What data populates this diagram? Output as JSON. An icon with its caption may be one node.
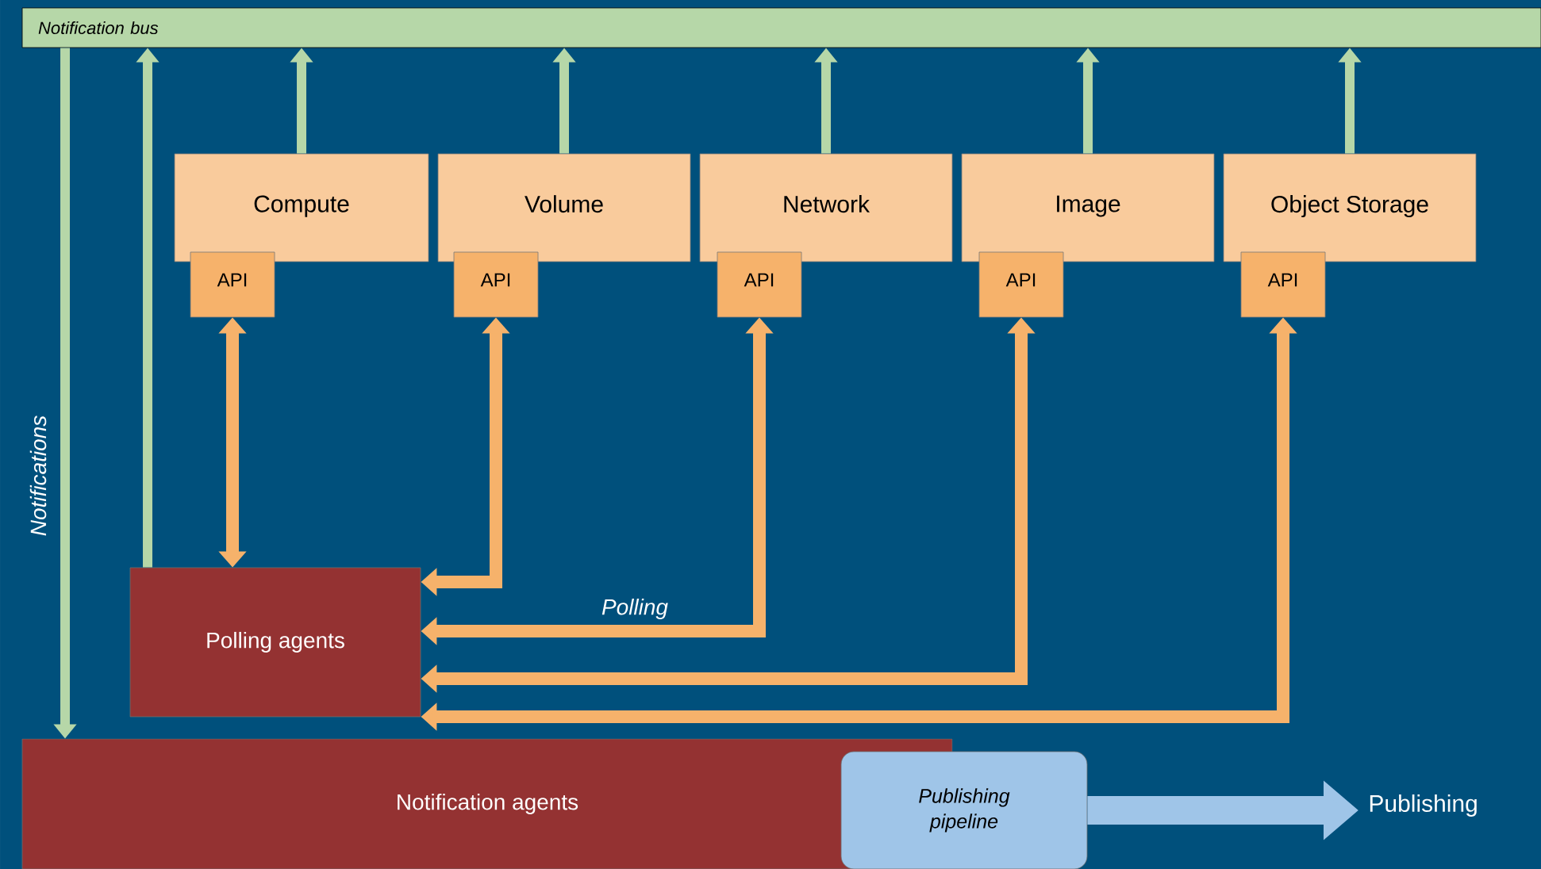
{
  "diagram": {
    "nodes": [
      {
        "text": [
          "Notification bus"
        ]
      },
      {
        "text": [
          "Compute"
        ]
      },
      {
        "text": [
          "Volume"
        ]
      },
      {
        "text": [
          "Network"
        ]
      },
      {
        "text": [
          "Image"
        ]
      },
      {
        "text": [
          "Object Storage"
        ]
      },
      {
        "text": [
          "API"
        ]
      },
      {
        "text": [
          "API"
        ]
      },
      {
        "text": [
          "API"
        ]
      },
      {
        "text": [
          "API"
        ]
      },
      {
        "text": [
          "API"
        ]
      },
      {
        "text": [
          "Polling agents"
        ]
      },
      {
        "text": [
          "Notification agents"
        ]
      },
      {
        "text": [
          "Publishing pipeline"
        ]
      },
      {
        "text": [
          "Publishing"
        ]
      }
    ],
    "edges": [
      {
        "from": 1,
        "to": 0,
        "arrow": "to"
      },
      {
        "from": 2,
        "to": 0,
        "arrow": "to"
      },
      {
        "from": 3,
        "to": 0,
        "arrow": "to"
      },
      {
        "from": 4,
        "to": 0,
        "arrow": "to"
      },
      {
        "from": 5,
        "to": 0,
        "arrow": "to"
      },
      {
        "from": 11,
        "to": 0,
        "arrow": "to"
      },
      {
        "from": 0,
        "to": 12,
        "arrow": "to",
        "label": "Notifications"
      },
      {
        "from": 6,
        "to": 11,
        "arrow": "both",
        "color": "#f6b26b"
      },
      {
        "from": 7,
        "to": 11,
        "arrow": "both",
        "color": "#f6b26b"
      },
      {
        "from": 8,
        "to": 11,
        "arrow": "both",
        "color": "#f6b26b",
        "label": "Polling"
      },
      {
        "from": 9,
        "to": 11,
        "arrow": "both",
        "color": "#f6b26b"
      },
      {
        "from": 10,
        "to": 11,
        "arrow": "both",
        "color": "#f6b26b"
      },
      {
        "from": 13,
        "to": 14,
        "arrow": "to",
        "color": "#9fc5e8",
        "style": "thick"
      }
    ]
  }
}
